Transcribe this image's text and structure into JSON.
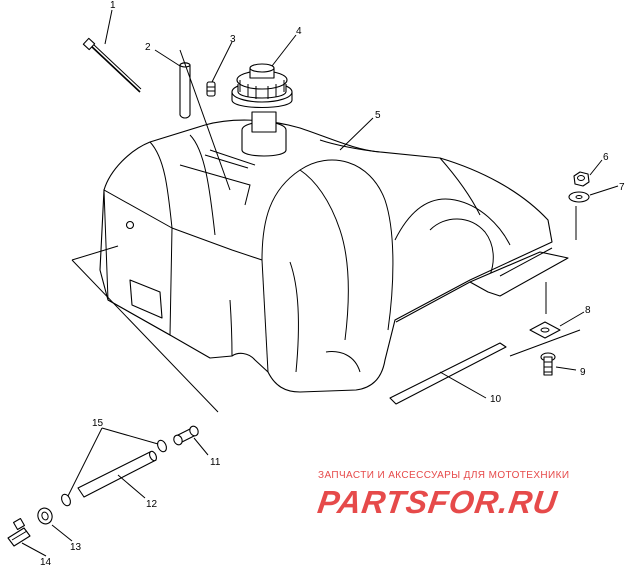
{
  "callouts": [
    "1",
    "2",
    "3",
    "4",
    "5",
    "6",
    "7",
    "8",
    "9",
    "10",
    "11",
    "12",
    "13",
    "14",
    "15"
  ],
  "watermark": {
    "tagline": "ЗАПЧАСТИ И АКСЕССУАРЫ ДЛЯ МОТОТЕХНИКИ",
    "logo": "PARTSFOR.RU",
    "color": "#e64a4a"
  },
  "icons": [
    "fuel-tank",
    "fuel-cap",
    "vent-hose",
    "cable-tie",
    "nut",
    "washer",
    "rubber-pad",
    "bolt",
    "strap",
    "fitting",
    "fuel-line",
    "clamp",
    "petcock"
  ]
}
